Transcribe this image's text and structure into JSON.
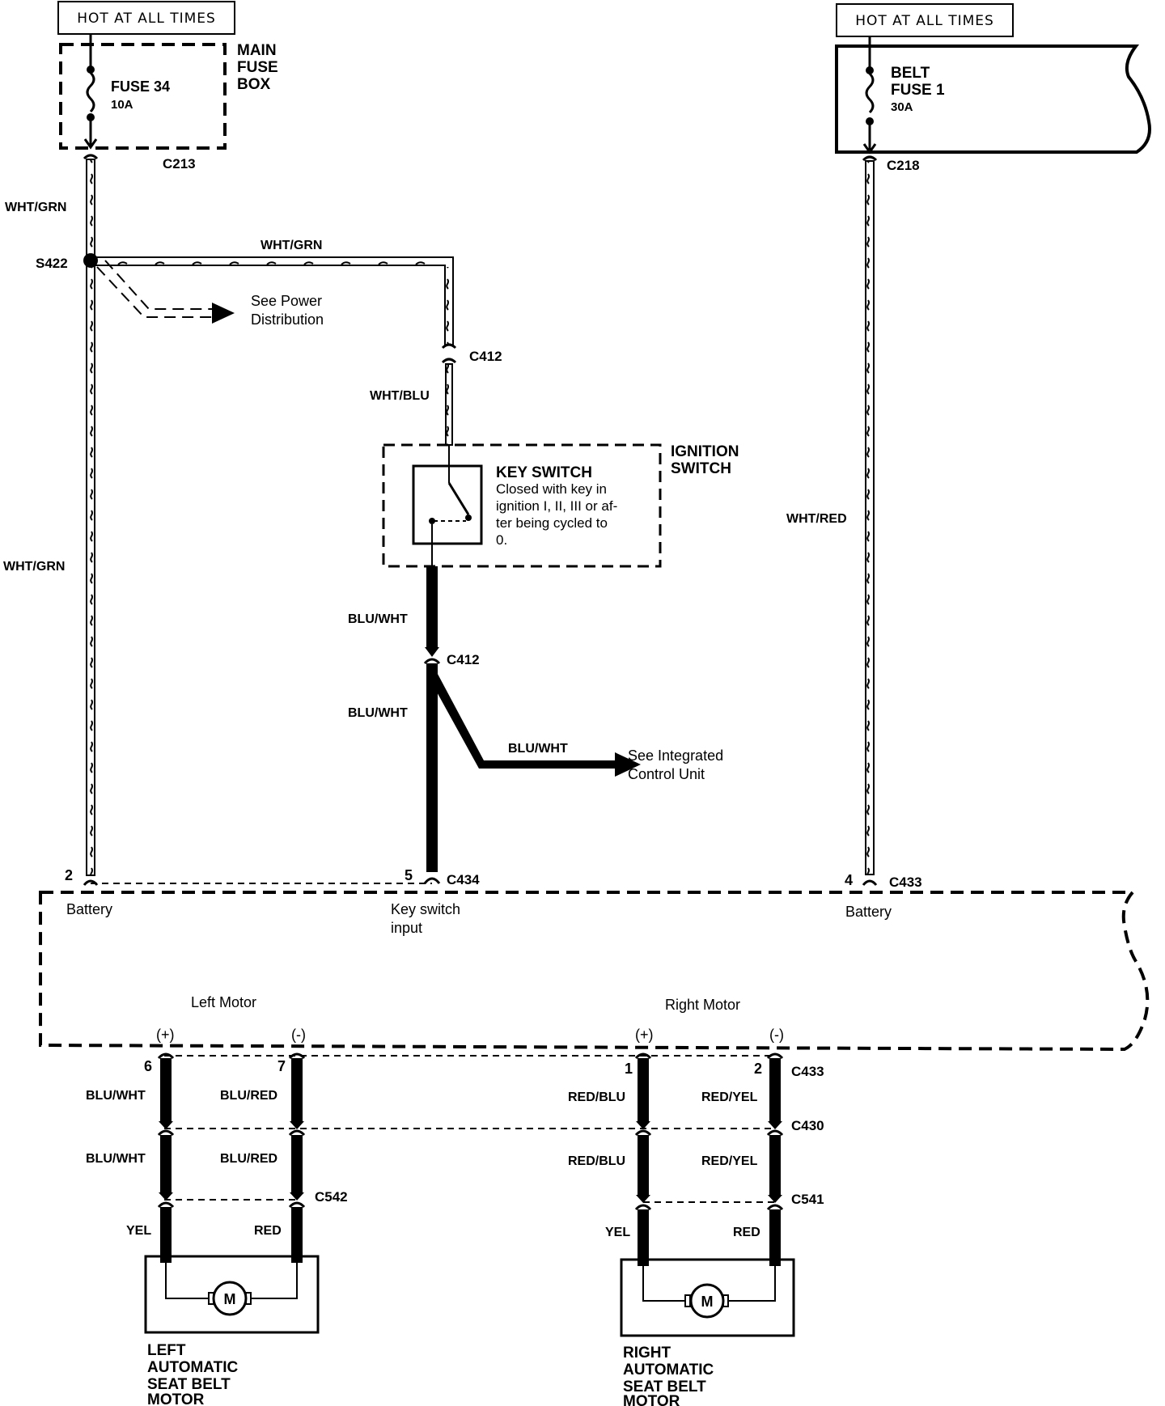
{
  "hot_left": "HOT AT ALL TIMES",
  "hot_right": "HOT AT ALL TIMES",
  "main_fuse_box": [
    "MAIN",
    "FUSE",
    "BOX"
  ],
  "fuse34": {
    "name": "FUSE 34",
    "rating": "10A"
  },
  "belt_fuse": {
    "line1": "BELT",
    "line2": "FUSE  1",
    "rating": "30A"
  },
  "connectors": {
    "c213": "C213",
    "c218": "C218",
    "s422": "S422",
    "c412_top": "C412",
    "c412_bottom": "C412",
    "c434": "C434",
    "c433_top": "C433",
    "c433_bottom": "C433",
    "c430": "C430",
    "c542": "C542",
    "c541": "C541"
  },
  "wires": {
    "wht_grn_upper": "WHT/GRN",
    "wht_grn_branch": "WHT/GRN",
    "wht_grn_lower": "WHT/GRN",
    "wht_blu": "WHT/BLU",
    "blu_wht_1": "BLU/WHT",
    "blu_wht_2": "BLU/WHT",
    "blu_wht_branch": "BLU/WHT",
    "wht_red": "WHT/RED",
    "l_pos_1": "BLU/WHT",
    "l_pos_2": "BLU/WHT",
    "l_neg_1": "BLU/RED",
    "l_neg_2": "BLU/RED",
    "l_yel": "YEL",
    "l_red": "RED",
    "r_pos_1": "RED/BLU",
    "r_pos_2": "RED/BLU",
    "r_neg_1": "RED/YEL",
    "r_neg_2": "RED/YEL",
    "r_yel": "YEL",
    "r_red": "RED"
  },
  "see_power": [
    "See Power",
    "Distribution"
  ],
  "see_icu": [
    "See  Integrated",
    "Control Unit"
  ],
  "ignition_switch": [
    "IGNITION",
    "SWITCH"
  ],
  "key_switch": {
    "title": "KEY SWITCH",
    "lines": [
      "Closed with key in",
      "ignition I, II, III or af-",
      "ter being cycled to",
      "0."
    ]
  },
  "pins": {
    "battery_left_num": "2",
    "battery_left_label": "Battery",
    "key_num": "5",
    "key_label": [
      "Key switch",
      "input"
    ],
    "battery_right_num": "4",
    "battery_right_label": "Battery",
    "left_motor": "Left  Motor",
    "right_motor": "Right Motor",
    "l_plus": "(+)",
    "l_minus": "(-)",
    "r_plus": "(+)",
    "r_minus": "(-)",
    "p6": "6",
    "p7": "7",
    "p1": "1",
    "p2": "2"
  },
  "motor_symbol": "M",
  "left_motor_label": [
    "LEFT",
    "AUTOMATIC",
    "SEAT BELT",
    "MOTOR"
  ],
  "right_motor_label": [
    "RIGHT",
    "AUTOMATIC",
    "SEAT BELT",
    "MOTOR"
  ]
}
